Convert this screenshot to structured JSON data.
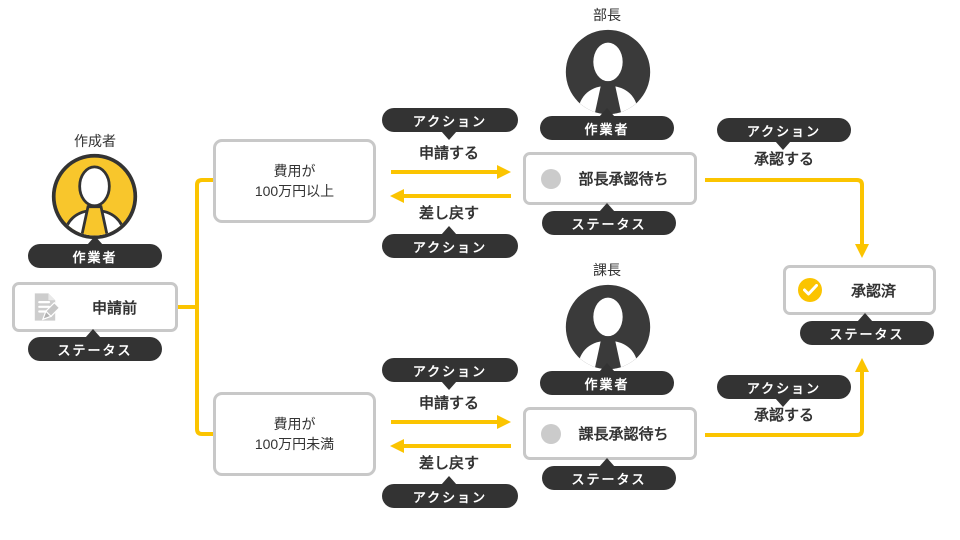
{
  "colors": {
    "accent_yellow": "#FBC400",
    "dark": "#333333",
    "box_border_gray": "#C8C8C8",
    "pending_dot_gray": "#CBCBCB",
    "avatar_dark": "#3A3A3A"
  },
  "icons": {
    "creator_status": "document-edit-icon",
    "pending_status": "pending-dot-icon",
    "approved_status": "check-circle-icon"
  },
  "creator": {
    "title": "作成者",
    "role_tag": "作業者",
    "status_label": "申請前",
    "status_tag": "ステータス"
  },
  "conditions": [
    {
      "line1": "費用が",
      "line2": "100万円以上"
    },
    {
      "line1": "費用が",
      "line2": "100万円未満"
    }
  ],
  "lanes": [
    {
      "approver_title": "部長",
      "role_tag": "作業者",
      "action_tag": "アクション",
      "submit_action": "申請する",
      "return_action": "差し戻す",
      "approve_action": "承認する",
      "status_label": "部長承認待ち",
      "status_tag": "ステータス"
    },
    {
      "approver_title": "課長",
      "role_tag": "作業者",
      "action_tag": "アクション",
      "submit_action": "申請する",
      "return_action": "差し戻す",
      "approve_action": "承認する",
      "status_label": "課長承認待ち",
      "status_tag": "ステータス"
    }
  ],
  "result": {
    "status_label": "承認済",
    "status_tag": "ステータス"
  }
}
